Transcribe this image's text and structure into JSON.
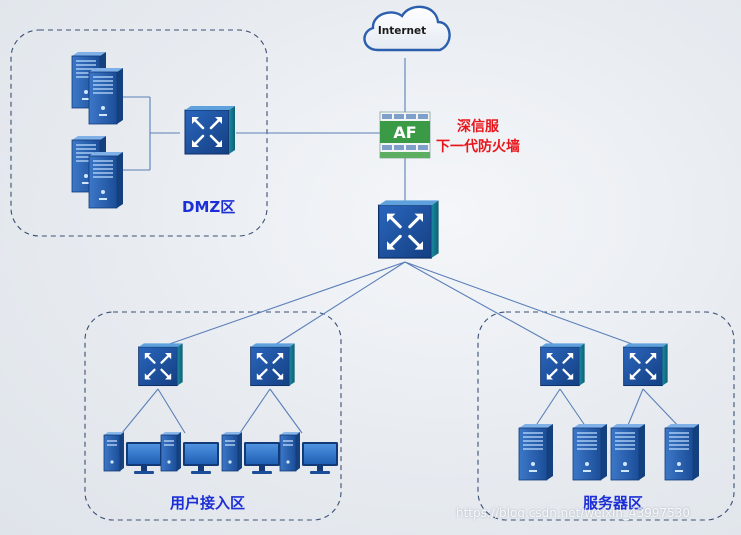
{
  "internet": {
    "label": "Internet"
  },
  "firewall": {
    "badge": "AF",
    "vendor_line": "深信服",
    "product_line": "下一代防火墙"
  },
  "zones": {
    "dmz": "DMZ区",
    "user_access": "用户接入区",
    "server": "服务器区"
  },
  "watermark": "https://blog.csdn.net/weixin_43997530",
  "colors": {
    "zone_label": "#1c2fd6",
    "firewall_text": "#e8161b",
    "switch_blue": "#1d4f9c",
    "link_line": "#5b7fb8"
  }
}
